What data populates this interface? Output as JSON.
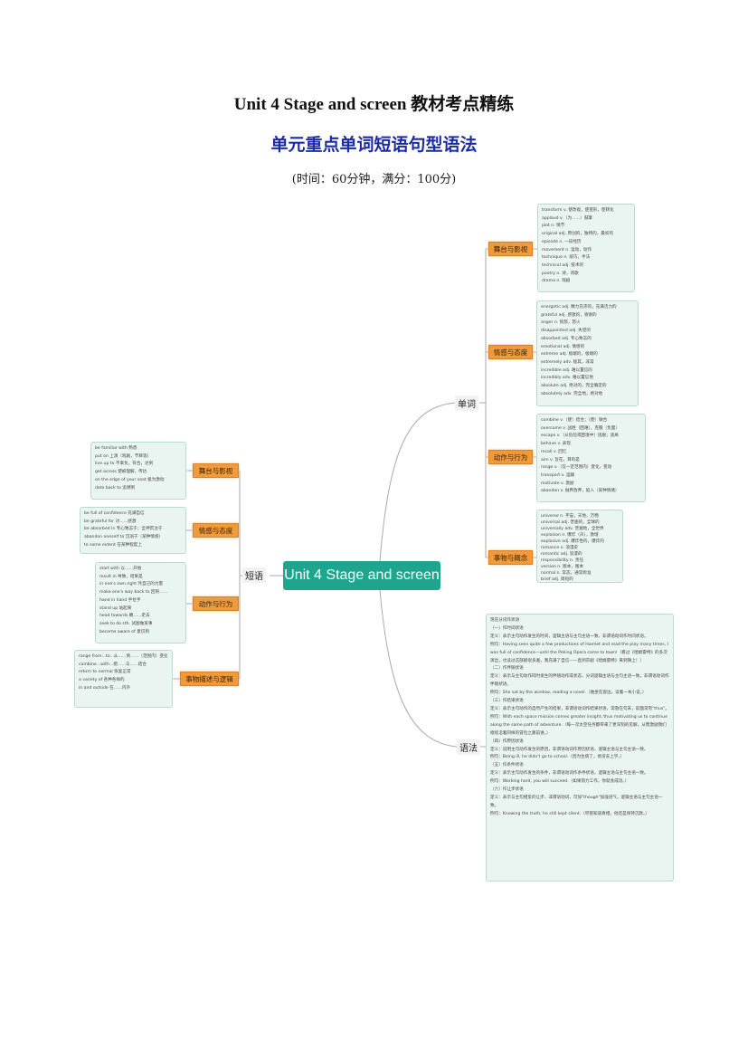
{
  "header": {
    "title": "Unit 4 Stage and screen  教材考点精练",
    "subtitle": "单元重点单词短语句型语法",
    "meta": "(时间：60分钟，满分：100分)"
  },
  "mindmap": {
    "center": "Unit 4 Stage and screen",
    "branches": {
      "words": "单词",
      "phrases": "短语",
      "grammar": "语法"
    },
    "words": [
      {
        "label": "舞台与影视",
        "items": [
          "transform v. 使改观，使变形，使转化",
          "applaud v.（为……）鼓掌",
          "plot n. 情节",
          "original adj. 原创的，独特的，最初的",
          "episode n. 一段经历",
          "movement n. 运动，动作",
          "technique n. 技巧，手法",
          "technical adj. 技术的",
          "poetry n. 诗，诗歌",
          "drama n. 戏剧"
        ]
      },
      {
        "label": "情感与态度",
        "items": [
          "energetic adj. 精力充沛的，充满活力的",
          "grateful adj. 感激的，感谢的",
          "anger n. 愤怒，怒火",
          "disappointed adj. 失望的",
          "absorbed adj. 专心致志的",
          "emotional adj. 情感的",
          "extreme adj. 极端的，极端的",
          "extremely adv. 极其，非常",
          "incredible adj. 难以置信的",
          "incredibly adv. 难以置信地",
          "absolute adj. 绝对的，完全确定的",
          "absolutely adv. 完全地，绝对地"
        ]
      },
      {
        "label": "动作与行为",
        "items": [
          "combine v.（使）结合；（使）联合",
          "overcome v. 战胜（困难），克服（负面）",
          "escape v.（从危险或困境中）逃脱；逃离",
          "behave v. 表现",
          "recall v. 回忆",
          "aim v. 旨在，目的是",
          "range v.（在一定范围内）变化，变动",
          "transport v. 运输",
          "motivate v. 激励",
          "abandon v. 抛弃放弃，陷入（某种情绪）"
        ]
      },
      {
        "label": "事物与概念",
        "items": [
          "universe n. 宇宙，天地，万物",
          "universal adj. 普遍的，全球的",
          "universally adv. 普遍地，全世界",
          "explosion n. 爆炸（声），激增",
          "explosive adj. 爆炸性的，爆炸的",
          "romance n. 浪漫史",
          "romantic adj. 浪漫的",
          "responsibility n. 责任",
          "version n. 版本，版本",
          "normal n. 常态，通常标准",
          "brief adj. 简短的"
        ]
      }
    ],
    "phrases": [
      {
        "label": "舞台与影视",
        "items": [
          "be familiar with 熟悉",
          "put on 上演（戏剧，节目等）",
          "live up to 不辜负，符合，达到",
          "get across 使被理解，传达",
          "on the edge of your seat 极为激动",
          "date back to 追溯到"
        ]
      },
      {
        "label": "情感与态度",
        "items": [
          "be full of confidence 充满自信",
          "be grateful for 对……感激",
          "be absorbed in 专心致志于；全神贯注于",
          "abandon oneself to 沉溺于（某种情感）",
          "to some extent 在某种程度上"
        ]
      },
      {
        "label": "动作与行为",
        "items": [
          "start with 以……开始",
          "result in 导致，结果是",
          "in one's own right 凭自己的力量",
          "make one's way back to 回到……",
          "hand in hand 手拉手",
          "stand up 站起来",
          "head towards 朝……走去",
          "seek to do sth. 试图做某事",
          "become aware of 意识到"
        ]
      },
      {
        "label": "事物描述与逻辑",
        "items": [
          "range from...to...从……到……（范围内）变化",
          "combine...with...把……与……结合",
          "return to normal 恢复正常",
          "a variety of 各种各样的",
          "in and outside 在……内外"
        ]
      }
    ],
    "grammar": [
      "现在分词作状语",
      "（一）作时间状语",
      "定义：表示主句动作发生的时间，逻辑主语与主句主语一致，非谓语动词作时间状语。",
      "例句：Having seen quite a few productions of Hamlet and read the play many times, I was full of confidence—until the Peking Opera came to town!（看过《哈姆雷特》的多次演出，也读过这部剧很多遍，我充满了自信——直到京剧《哈姆雷特》来到镇上！）",
      "（二）作伴随状语",
      "定义：表示与主句动作同时发生的伴随动作或状态，分词逻辑主语与主句主语一致，非谓语动词作伴随状语。",
      "例句：She sat by the window, reading a novel.（她坐在窗边，读着一本小说。）",
      "（三）作结果状语",
      "定义：表示主句动作的自然产生的结果，非谓语动词作结果状语，常放在句末，前面常有\"thus\"。",
      "例句：With each space mission comes greater insight, thus motivating us to continue along the same path of adventure.（每一次太空任务都带来了更深刻的见解，从而激励我们继续沿着同样的冒险之路前进。）",
      "（四）作原因状语",
      "定义：说明主句动作发生的原因，非谓语动词作原因状语，逻辑主语与主句主语一致。",
      "例句：Being ill, he didn't go to school.（因为生病了，他没去上学。）",
      "（五）作条件状语",
      "定义：表示主句动作发生的条件，非谓语动词作条件状语，逻辑主语与主句主语一致。",
      "例句：Working hard, you will succeed.（如果努力工作，你就会成功。）",
      "（六）作让步状语",
      "定义：表示与主句相反的让步，非谓语动词，可加\"though\"加强语气，逻辑主语与主句主语一致。",
      "例句：Knowing the truth, he still kept silent.（尽管知道真相，他还是保持沉默。）"
    ]
  },
  "colors": {
    "center": "#1ea58e",
    "category": "#ef9a3c",
    "box": "#eaf5f1",
    "subtitle": "#1c2ca8"
  }
}
